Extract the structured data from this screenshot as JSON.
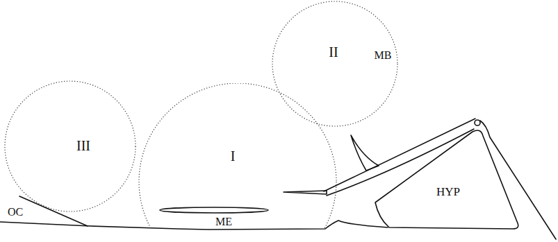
{
  "diagram": {
    "nodes": [
      {
        "text": [
          "III"
        ]
      },
      {
        "text": [
          "I"
        ]
      },
      {
        "text": [
          "II"
        ]
      },
      {
        "text": [
          "HYP"
        ]
      }
    ],
    "labels": [
      "OC",
      "ME",
      "MB"
    ]
  }
}
